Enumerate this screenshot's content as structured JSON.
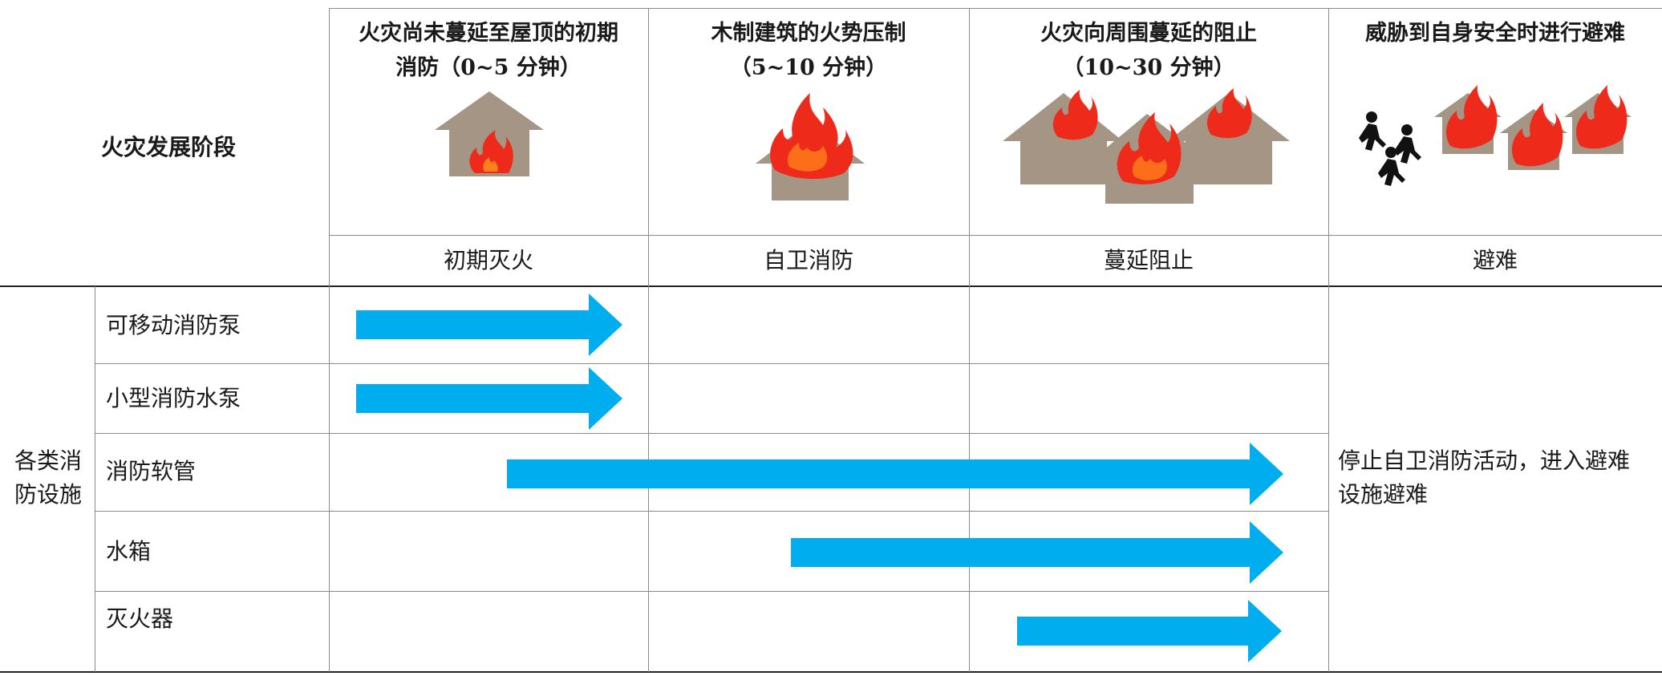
{
  "header": {
    "stage_label": "火灾发展阶段",
    "columns": [
      {
        "title_line1": "火灾尚未蔓延至屋顶的初期",
        "title_line2": "消防（0~5 分钟）",
        "phase": "初期灭火"
      },
      {
        "title_line1": "木制建筑的火势压制",
        "title_line2": "（5~10 分钟）",
        "phase": "自卫消防"
      },
      {
        "title_line1": "火灾向周围蔓延的阻止",
        "title_line2": "（10~30 分钟）",
        "phase": "蔓延阻止"
      },
      {
        "title_line1": "威胁到自身安全时进行避难",
        "title_line2": "",
        "phase": "避难"
      }
    ]
  },
  "facilities": {
    "category_line1": "各类消",
    "category_line2": "防设施",
    "rows": [
      {
        "label": "可移动消防泵"
      },
      {
        "label": "小型消防水泵"
      },
      {
        "label": "消防软管"
      },
      {
        "label": "水箱"
      },
      {
        "label": "灭火器"
      }
    ]
  },
  "evacuation_note": {
    "line1": "停止自卫消防活动，进入避难",
    "line2": "设施避难"
  },
  "colors": {
    "arrow": "#00aeef",
    "house": "#a59584",
    "flame": "#ee2a1b",
    "flame_inner": "#ff7f1a",
    "person": "#111111"
  },
  "icons": [
    "house-fire-icon",
    "evacuating-people-icon"
  ]
}
